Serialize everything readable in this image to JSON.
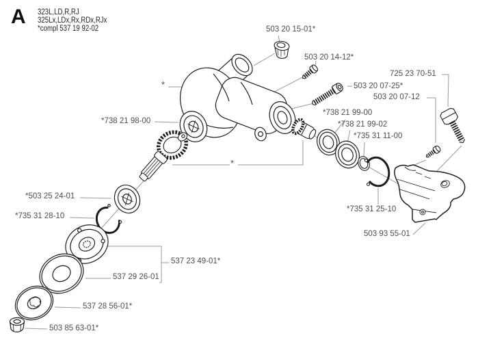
{
  "header": {
    "section_letter": "A",
    "models_line1": "323L,LD,R,RJ",
    "models_line2": "325Lx,LDx,Rx,RDx,RJx",
    "compl_note": "*compl 537 19 92-02"
  },
  "diagram": {
    "description": "Exploded view of trimmer bevel gear housing assembly",
    "asterisk_marker": "*",
    "colors": {
      "line": "#1c1c1c",
      "leader": "#9a9a9a",
      "label_text": "#4d4d4d"
    }
  },
  "parts": {
    "filler_plug": "503 20 15-01*",
    "clamp_bolt": "503 20 14-12*",
    "guard_bolt": "725 23 70-51",
    "housing_screw": "503 20 07-25*",
    "guard_screw": "503 20 07-12",
    "upper_bearing": "*738 21 98-00",
    "pinion_bearing_inner": "*738 21 99-00",
    "pinion_bearing_outer": "*738 21 99-02",
    "pinion_washer": "*735 31 11-00",
    "pinion_snap_ring": "*735 31 25-10",
    "guard_plate": "503 93 55-01",
    "output_bearing": "*503 25 24-01",
    "output_snap_ring": "*735 31 28-10",
    "support_kit": "537 23 49-01*",
    "support_washer": "537 29 26-01",
    "support_cup": "537 28 56-01*",
    "lock_nut": "503 85 63-01*"
  }
}
